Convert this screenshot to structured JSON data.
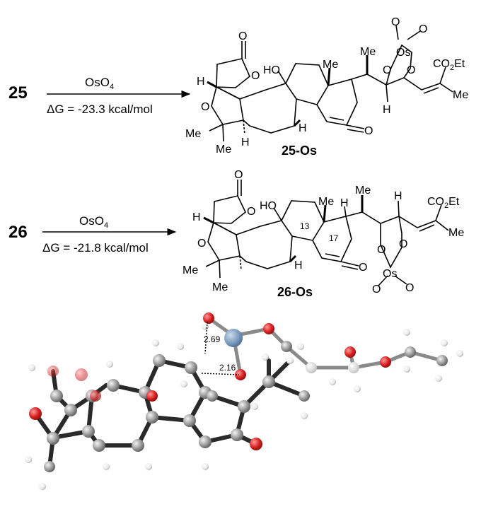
{
  "reactions": [
    {
      "compound": "25",
      "reagent_main": "OsO",
      "reagent_sub": "4",
      "energy": "ΔG = -23.3 kcal/mol",
      "product": "25-Os",
      "atoms": {
        "carbonyl_o": "O",
        "ring_o": "O",
        "ho": "HO",
        "me_c13": "Me",
        "os": "Os",
        "o_top1": "O",
        "o_top2": "O",
        "o_left": "O",
        "o_right": "O",
        "me_side": "Me",
        "co2et": "CO",
        "co2et_sub": "2",
        "co2et_tail": "Et",
        "me_alkene": "Me",
        "h_left": "H",
        "o_thf": "O",
        "me1": "Me",
        "me2": "Me",
        "h_ring": "H",
        "h_bottom": "H",
        "ketone_o": "O",
        "h_chain": "H"
      }
    },
    {
      "compound": "26",
      "reagent_main": "OsO",
      "reagent_sub": "4",
      "energy": "ΔG = -21.8 kcal/mol",
      "product": "26-Os",
      "atoms": {
        "carbonyl_o": "O",
        "ring_o": "O",
        "ho": "HO",
        "me_c13": "Me",
        "h17": "H",
        "me_side": "Me",
        "h_chain": "H",
        "co2et": "CO",
        "co2et_sub": "2",
        "co2et_tail": "Et",
        "me_alkene": "Me",
        "h_left": "H",
        "o_thf": "O",
        "me1": "Me",
        "me2": "Me",
        "label13": "13",
        "label17": "17",
        "h_ring": "H",
        "ketone_o": "O",
        "o_bl": "O",
        "o_br": "O",
        "os": "Os",
        "o_b1": "O",
        "o_b2": "O"
      }
    }
  ],
  "model": {
    "distance_1": "2.69",
    "distance_2": "2.16",
    "colors": {
      "carbon": "#8a8a8a",
      "oxygen": "#d92020",
      "hydrogen": "#e8e8e8",
      "osmium": "#7fa0c0"
    }
  }
}
